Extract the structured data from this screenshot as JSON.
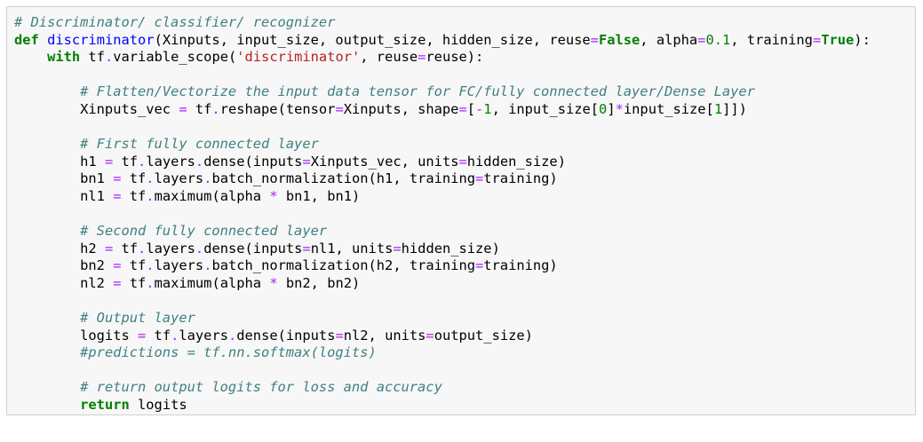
{
  "cell": {
    "lines": [
      [
        {
          "t": "# Discriminator/ classifier/ recognizer",
          "k": "c"
        }
      ],
      [
        {
          "t": "def",
          "k": "k"
        },
        {
          "t": " ",
          "k": ""
        },
        {
          "t": "discriminator",
          "k": "f"
        },
        {
          "t": "(Xinputs, input_size, output_size, hidden_size, reuse",
          "k": ""
        },
        {
          "t": "=",
          "k": "o"
        },
        {
          "t": "False",
          "k": "k"
        },
        {
          "t": ", alpha",
          "k": ""
        },
        {
          "t": "=",
          "k": "o"
        },
        {
          "t": "0.1",
          "k": "n"
        },
        {
          "t": ", training",
          "k": ""
        },
        {
          "t": "=",
          "k": "o"
        },
        {
          "t": "True",
          "k": "k"
        },
        {
          "t": "):",
          "k": ""
        }
      ],
      [
        {
          "t": "    ",
          "k": ""
        },
        {
          "t": "with",
          "k": "k"
        },
        {
          "t": " tf",
          "k": ""
        },
        {
          "t": ".",
          "k": "o"
        },
        {
          "t": "variable_scope(",
          "k": ""
        },
        {
          "t": "'discriminator'",
          "k": "s"
        },
        {
          "t": ", reuse",
          "k": ""
        },
        {
          "t": "=",
          "k": "o"
        },
        {
          "t": "reuse):",
          "k": ""
        }
      ],
      [],
      [
        {
          "t": "        ",
          "k": ""
        },
        {
          "t": "# Flatten/Vectorize the input data tensor for FC/fully connected layer/Dense Layer",
          "k": "c"
        }
      ],
      [
        {
          "t": "        Xinputs_vec ",
          "k": ""
        },
        {
          "t": "=",
          "k": "o"
        },
        {
          "t": " tf",
          "k": ""
        },
        {
          "t": ".",
          "k": "o"
        },
        {
          "t": "reshape(tensor",
          "k": ""
        },
        {
          "t": "=",
          "k": "o"
        },
        {
          "t": "Xinputs, shape",
          "k": ""
        },
        {
          "t": "=",
          "k": "o"
        },
        {
          "t": "[",
          "k": ""
        },
        {
          "t": "-",
          "k": "o"
        },
        {
          "t": "1",
          "k": "n"
        },
        {
          "t": ", input_size[",
          "k": ""
        },
        {
          "t": "0",
          "k": "n"
        },
        {
          "t": "]",
          "k": ""
        },
        {
          "t": "*",
          "k": "o"
        },
        {
          "t": "input_size[",
          "k": ""
        },
        {
          "t": "1",
          "k": "n"
        },
        {
          "t": "]])",
          "k": ""
        }
      ],
      [],
      [
        {
          "t": "        ",
          "k": ""
        },
        {
          "t": "# First fully connected layer",
          "k": "c"
        }
      ],
      [
        {
          "t": "        h1 ",
          "k": ""
        },
        {
          "t": "=",
          "k": "o"
        },
        {
          "t": " tf",
          "k": ""
        },
        {
          "t": ".",
          "k": "o"
        },
        {
          "t": "layers",
          "k": ""
        },
        {
          "t": ".",
          "k": "o"
        },
        {
          "t": "dense(inputs",
          "k": ""
        },
        {
          "t": "=",
          "k": "o"
        },
        {
          "t": "Xinputs_vec, units",
          "k": ""
        },
        {
          "t": "=",
          "k": "o"
        },
        {
          "t": "hidden_size)",
          "k": ""
        }
      ],
      [
        {
          "t": "        bn1 ",
          "k": ""
        },
        {
          "t": "=",
          "k": "o"
        },
        {
          "t": " tf",
          "k": ""
        },
        {
          "t": ".",
          "k": "o"
        },
        {
          "t": "layers",
          "k": ""
        },
        {
          "t": ".",
          "k": "o"
        },
        {
          "t": "batch_normalization(h1, training",
          "k": ""
        },
        {
          "t": "=",
          "k": "o"
        },
        {
          "t": "training)",
          "k": ""
        }
      ],
      [
        {
          "t": "        nl1 ",
          "k": ""
        },
        {
          "t": "=",
          "k": "o"
        },
        {
          "t": " tf",
          "k": ""
        },
        {
          "t": ".",
          "k": "o"
        },
        {
          "t": "maximum(alpha ",
          "k": ""
        },
        {
          "t": "*",
          "k": "o"
        },
        {
          "t": " bn1, bn1)",
          "k": ""
        }
      ],
      [],
      [
        {
          "t": "        ",
          "k": ""
        },
        {
          "t": "# Second fully connected layer",
          "k": "c"
        }
      ],
      [
        {
          "t": "        h2 ",
          "k": ""
        },
        {
          "t": "=",
          "k": "o"
        },
        {
          "t": " tf",
          "k": ""
        },
        {
          "t": ".",
          "k": "o"
        },
        {
          "t": "layers",
          "k": ""
        },
        {
          "t": ".",
          "k": "o"
        },
        {
          "t": "dense(inputs",
          "k": ""
        },
        {
          "t": "=",
          "k": "o"
        },
        {
          "t": "nl1, units",
          "k": ""
        },
        {
          "t": "=",
          "k": "o"
        },
        {
          "t": "hidden_size)",
          "k": ""
        }
      ],
      [
        {
          "t": "        bn2 ",
          "k": ""
        },
        {
          "t": "=",
          "k": "o"
        },
        {
          "t": " tf",
          "k": ""
        },
        {
          "t": ".",
          "k": "o"
        },
        {
          "t": "layers",
          "k": ""
        },
        {
          "t": ".",
          "k": "o"
        },
        {
          "t": "batch_normalization(h2, training",
          "k": ""
        },
        {
          "t": "=",
          "k": "o"
        },
        {
          "t": "training)",
          "k": ""
        }
      ],
      [
        {
          "t": "        nl2 ",
          "k": ""
        },
        {
          "t": "=",
          "k": "o"
        },
        {
          "t": " tf",
          "k": ""
        },
        {
          "t": ".",
          "k": "o"
        },
        {
          "t": "maximum(alpha ",
          "k": ""
        },
        {
          "t": "*",
          "k": "o"
        },
        {
          "t": " bn2, bn2)",
          "k": ""
        }
      ],
      [],
      [
        {
          "t": "        ",
          "k": ""
        },
        {
          "t": "# Output layer",
          "k": "c"
        }
      ],
      [
        {
          "t": "        logits ",
          "k": ""
        },
        {
          "t": "=",
          "k": "o"
        },
        {
          "t": " tf",
          "k": ""
        },
        {
          "t": ".",
          "k": "o"
        },
        {
          "t": "layers",
          "k": ""
        },
        {
          "t": ".",
          "k": "o"
        },
        {
          "t": "dense(inputs",
          "k": ""
        },
        {
          "t": "=",
          "k": "o"
        },
        {
          "t": "nl2, units",
          "k": ""
        },
        {
          "t": "=",
          "k": "o"
        },
        {
          "t": "output_size)",
          "k": ""
        }
      ],
      [
        {
          "t": "        ",
          "k": ""
        },
        {
          "t": "#predictions = tf.nn.softmax(logits)",
          "k": "c"
        }
      ],
      [],
      [
        {
          "t": "        ",
          "k": ""
        },
        {
          "t": "# return output logits for loss and accuracy",
          "k": "c"
        }
      ],
      [
        {
          "t": "        ",
          "k": ""
        },
        {
          "t": "return",
          "k": "k"
        },
        {
          "t": " logits",
          "k": ""
        }
      ]
    ]
  }
}
